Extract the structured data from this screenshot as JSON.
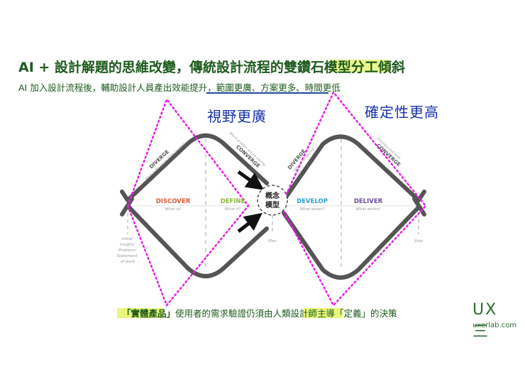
{
  "header": {
    "title": "AI + 設計解題的思維改變，傳統設計流程的雙鑽石模型分工傾斜",
    "subtitle_main": "AI 加入設計流程後，輔助設計人員產出效能提升，",
    "subtitle_highlight": "範圍更廣、方案更多、時間更低"
  },
  "annotations": {
    "left_handwritten": "視野更廣",
    "right_handwritten": "確定性更高"
  },
  "diagram": {
    "phases": [
      {
        "name": "DISCOVER",
        "question": "What is?",
        "color": "#e4573c"
      },
      {
        "name": "DEFINE",
        "question": "What if?",
        "color": "#8cb43c"
      },
      {
        "name": "DEVELOP",
        "question": "What wows?",
        "color": "#2aa0c8"
      },
      {
        "name": "DELIVER",
        "question": "What works?",
        "color": "#6a4a9c"
      }
    ],
    "diverge_label": "DIVERGE",
    "converge_label": "CONVERGE",
    "diverge1_sub": "What is the scope of the problem",
    "converge1_sub": "Which problem are we solving",
    "diverge2_sub": "Options for solving",
    "converge2_sub": "Solutions that work",
    "center_label_line1": "概念",
    "center_label_line2": "模型",
    "start_label": [
      "Initial",
      "Insight/",
      "Problem/",
      "Statement",
      "of work"
    ],
    "plan_label": "Plan",
    "ship_label": "Ship",
    "colors": {
      "diamond": "#555555",
      "dotted": "#e81ee8",
      "arrow": "#111111"
    }
  },
  "footer": {
    "quote_open": "「實體產品」",
    "text1": "使用者的需求驗證仍須由人類設計師主導",
    "quote2": "「定義」",
    "text2": "的決策"
  },
  "logo": {
    "mark": "UX 三",
    "url": "uxerlab.com"
  }
}
